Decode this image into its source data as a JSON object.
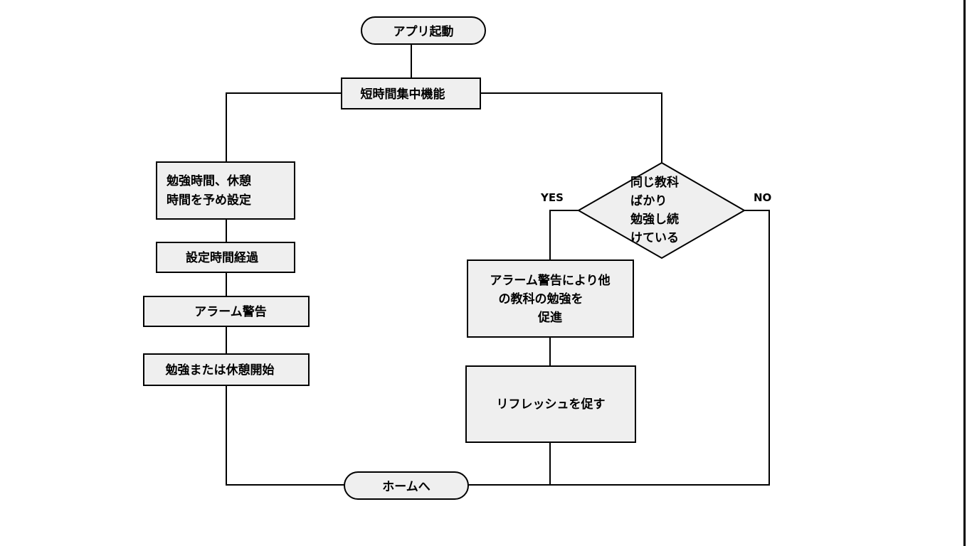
{
  "flowchart": {
    "start": "アプリ起動",
    "feature": "短時間集中機能",
    "left_steps": {
      "set_time": [
        "勉強時間、休憩",
        "時間を予め設定"
      ],
      "elapsed": "設定時間経過",
      "alarm": "アラーム警告",
      "start_study": "勉強または休憩開始"
    },
    "decision": [
      "同じ教科",
      "ばかり",
      "勉強し続",
      "けている"
    ],
    "yes_label": "YES",
    "no_label": "NO",
    "yes_steps": {
      "alarm_other": [
        "アラーム警告により他",
        "の教科の勉強を",
        "促進"
      ],
      "refresh": "リフレッシュを促す"
    },
    "end": "ホームへ"
  }
}
